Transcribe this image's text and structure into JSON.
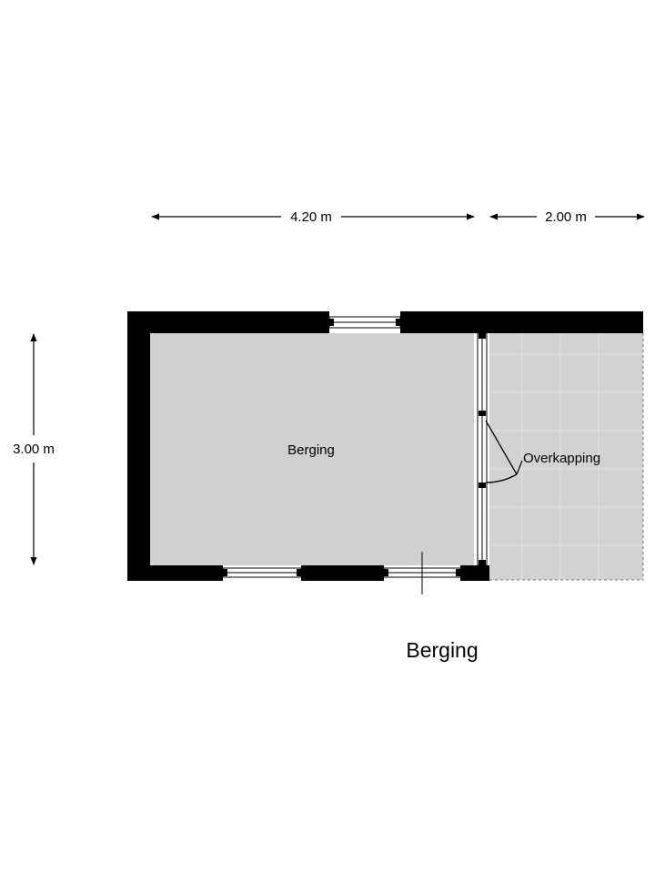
{
  "dimensions": {
    "width_main": "4.20 m",
    "width_covered": "2.00 m",
    "depth": "3.00 m"
  },
  "rooms": {
    "storage": "Berging",
    "covered": "Overkapping"
  },
  "floor_title": "Berging",
  "colors": {
    "wall": "#000000",
    "floor_storage": "#d0d0d0",
    "floor_covered": "#d2d2d2",
    "tile_line": "#e4e4e4"
  }
}
